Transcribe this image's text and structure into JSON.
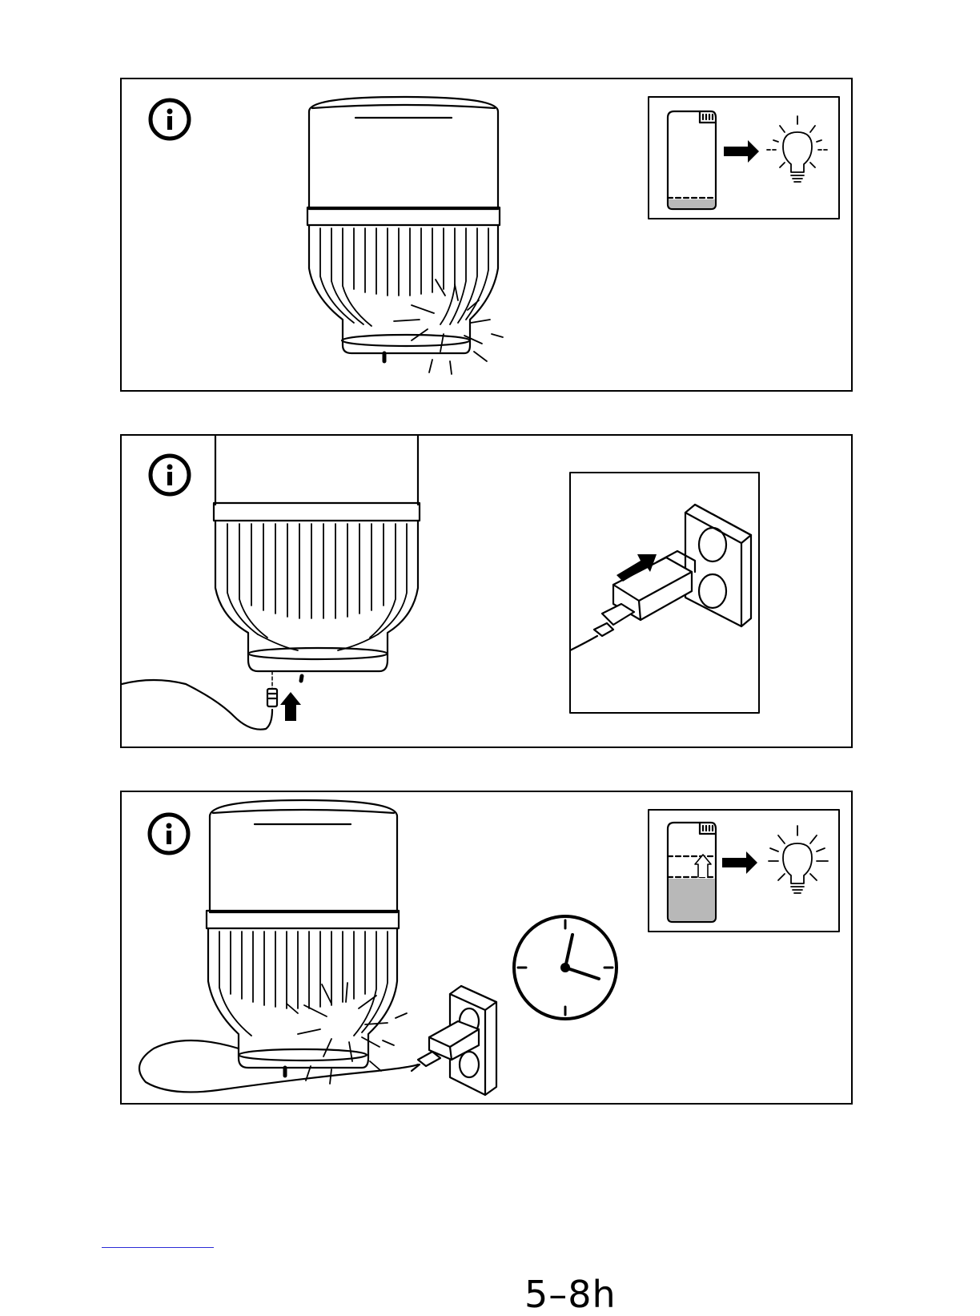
{
  "page": {
    "panels": [
      {
        "id": "battery-low",
        "icons": [
          "info-icon",
          "lamp-flickering",
          "battery-low-icon",
          "arrow-right-icon",
          "bulb-dim-icon"
        ]
      },
      {
        "id": "connect-cable",
        "icons": [
          "info-icon",
          "lamp-base-connector",
          "arrow-up-icon",
          "usb-plug-into-socket"
        ]
      },
      {
        "id": "charging",
        "icons": [
          "info-icon",
          "lamp-charging",
          "wall-socket-icon",
          "clock-icon",
          "battery-charging-icon",
          "arrow-right-icon",
          "bulb-bright-icon"
        ]
      }
    ],
    "charge_time_label": "5–8h"
  }
}
